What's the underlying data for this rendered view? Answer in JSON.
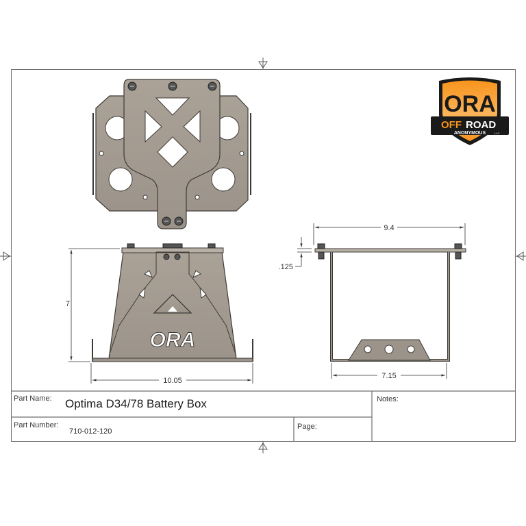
{
  "drawing": {
    "title_block": {
      "part_name_label": "Part Name:",
      "part_name": "Optima D34/78 Battery Box",
      "part_number_label": "Part Number:",
      "part_number": "710-012-120",
      "page_label": "Page:",
      "page_value": "",
      "notes_label": "Notes:",
      "notes_value": ""
    },
    "logo": {
      "main_text": "ORA",
      "banner_text_orange": "OFF",
      "banner_text_white": "ROAD",
      "sub_text": "ANONYMOUS",
      "suffix": "LLC",
      "colors": {
        "orange": "#f7941d",
        "black": "#1a1a1a",
        "white": "#ffffff"
      }
    },
    "dimensions": {
      "front_height": "7",
      "front_width": "10.05",
      "side_top_width": "9.4",
      "side_thickness": ".125",
      "side_bottom_width": "7.15"
    },
    "front_view_cutout_text": "ORA",
    "colors": {
      "part_fill": "#a59d93",
      "part_edge": "#3d3a36",
      "border": "#6e6e6e",
      "dim_line": "#333333"
    }
  }
}
